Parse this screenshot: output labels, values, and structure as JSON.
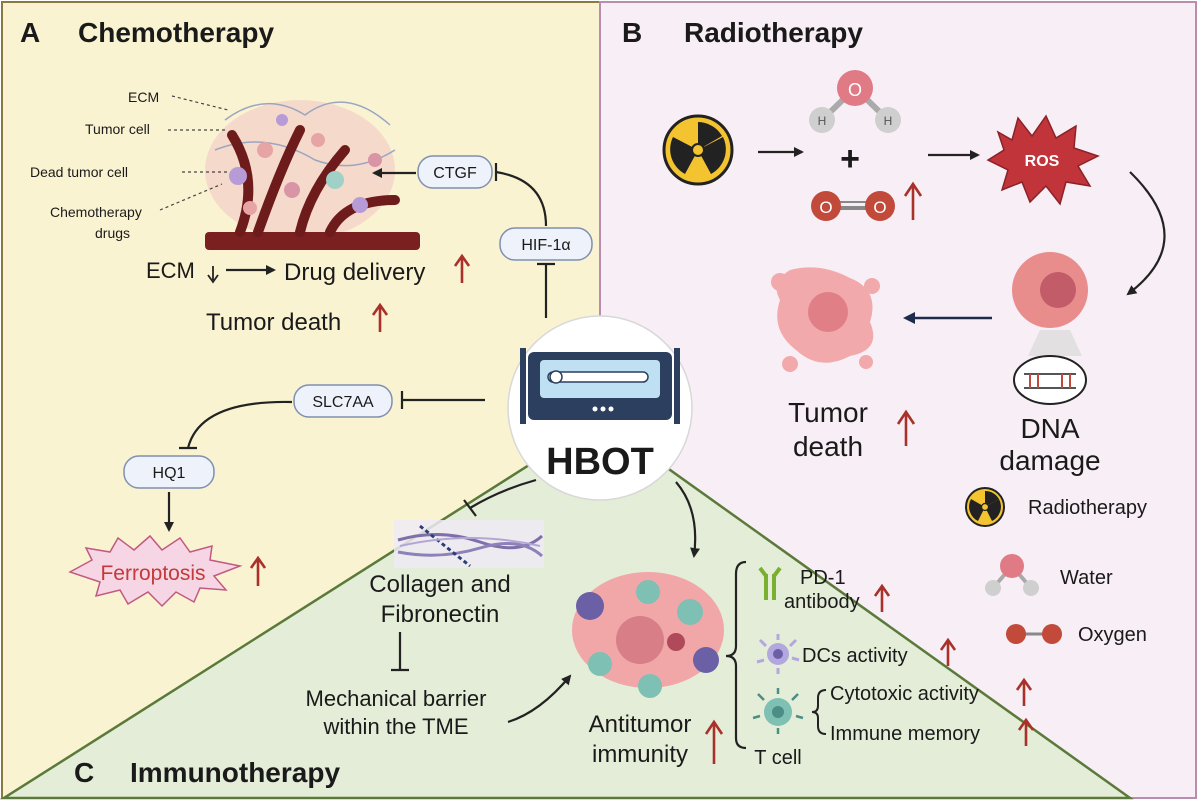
{
  "panels": {
    "a": {
      "letter": "A",
      "title": "Chemotherapy"
    },
    "b": {
      "letter": "B",
      "title": "Radiotherapy"
    },
    "c": {
      "letter": "C",
      "title": "Immunotherapy"
    }
  },
  "chemo": {
    "labels": {
      "ecm": "ECM",
      "tumor_cell": "Tumor cell",
      "dead_tumor_cell": "Dead tumor cell",
      "chemo_drugs_1": "Chemotherapy",
      "chemo_drugs_2": "drugs"
    },
    "ecm_down": "ECM",
    "drug_delivery": "Drug delivery",
    "tumor_death": "Tumor death",
    "ctgf": "CTGF",
    "hif": "HIF-1α",
    "slc": "SLC7AA",
    "hq1": "HQ1",
    "ferroptosis": "Ferroptosis"
  },
  "center": {
    "label": "HBOT"
  },
  "radio": {
    "ros": "ROS",
    "plus": "+",
    "tumor_death_1": "Tumor",
    "tumor_death_2": "death",
    "dna_1": "DNA",
    "dna_2": "damage",
    "atom_h": "H",
    "atom_o": "O",
    "legend": {
      "radiotherapy": "Radiotherapy",
      "water": "Water",
      "oxygen": "Oxygen"
    }
  },
  "immuno": {
    "collagen_1": "Collagen and",
    "collagen_2": "Fibronectin",
    "barrier_1": "Mechanical barrier",
    "barrier_2": "within the TME",
    "antitumor_1": "Antitumor",
    "antitumor_2": "immunity",
    "pd1_1": "PD-1",
    "pd1_2": "antibody",
    "dcs": "DCs activity",
    "cytotoxic": "Cytotoxic activity",
    "memory": "Immune memory",
    "tcell": "T cell"
  },
  "colors": {
    "panel_a": "#faf3d2",
    "panel_b": "#f8eef5",
    "panel_c": "#e4edd8",
    "arrow_up": "#a8312a",
    "pill": "#eef2fa",
    "ros": "#c0343a",
    "ferro_text": "#c23a3a"
  }
}
